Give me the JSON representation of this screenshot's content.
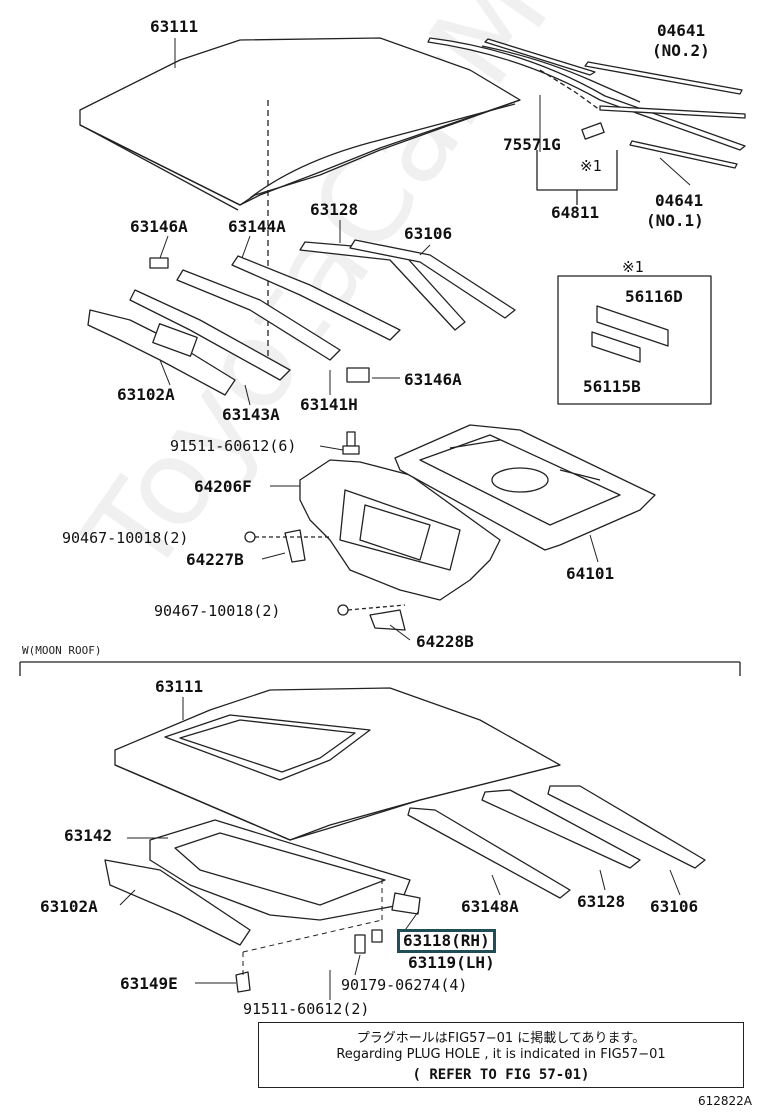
{
  "labels": {
    "p63111_top": "63111",
    "p04641_no2": "04641",
    "p04641_no2_sub": "(NO.2)",
    "p75571g": "75571G",
    "star1_a": "※1",
    "p64811": "64811",
    "p04641_no1": "04641",
    "p04641_no1_sub": "(NO.1)",
    "p63146a_top": "63146A",
    "p63144a": "63144A",
    "p63128_top": "63128",
    "p63106_top": "63106",
    "star1_b": "※1",
    "p56116d": "56116D",
    "p56115b": "56115B",
    "p63102a_top": "63102A",
    "p63143a": "63143A",
    "p63141h": "63141H",
    "p63146a_mid": "63146A",
    "p91511_top": "91511-60612(6)",
    "p64206f": "64206F",
    "p90467_a": "90467-10018(2)",
    "p64227b": "64227B",
    "p64101": "64101",
    "p90467_b": "90467-10018(2)",
    "p64228b": "64228B",
    "moonroof": "W(MOON ROOF)",
    "p63111_bot": "63111",
    "p63142": "63142",
    "p63102a_bot": "63102A",
    "p63148a": "63148A",
    "p63128_bot": "63128",
    "p63106_bot": "63106",
    "p63118": "63118(RH)",
    "p63119": "63119(LH)",
    "p90179": "90179-06274(4)",
    "p63149e": "63149E",
    "p91511_bot": "91511-60612(2)"
  },
  "note": {
    "line1": "プラグホールはFIG57−01 に掲載してあります。",
    "line2": "Regarding  PLUG HOLE  , it is  indicated  in  FIG57−01",
    "line3": "(  REFER TO FIG 57-01)"
  },
  "figure_code": "612822A",
  "watermark": "ToyotaCarMine.ru"
}
